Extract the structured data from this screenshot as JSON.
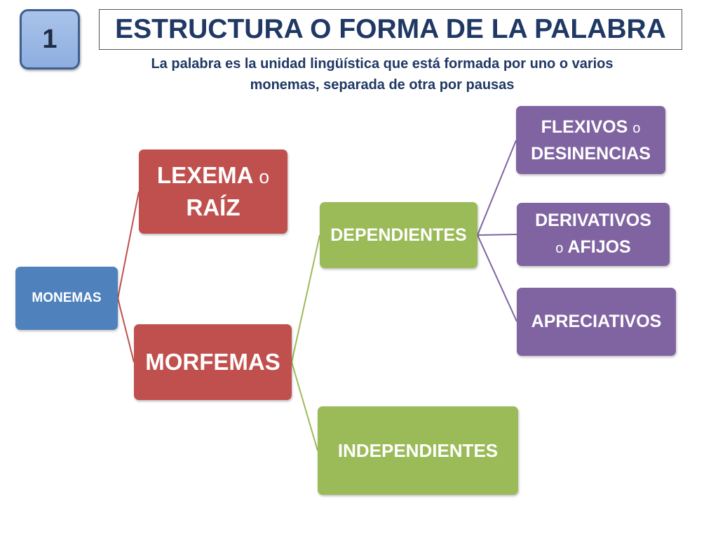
{
  "badge": {
    "number": "1"
  },
  "title": "ESTRUCTURA O FORMA DE LA PALABRA",
  "subtitle": {
    "line1": "La palabra es la unidad lingüística que está formada por uno o varios",
    "line2": "monemas, separada de otra por pausas"
  },
  "nodes": {
    "monemas": "MONEMAS",
    "lexema": {
      "part1": "LEXEMA",
      "connector": "o",
      "part2": "RAÍZ"
    },
    "morfemas": "MORFEMAS",
    "dependientes": "DEPENDIENTES",
    "independientes": "INDEPENDIENTES",
    "flexivos": {
      "part1": "FLEXIVOS",
      "connector": "o",
      "part2": "DESINENCIAS"
    },
    "derivativos": {
      "part1": "DERIVATIVOS",
      "connector": "o",
      "part2": "AFIJOS"
    },
    "apreciativos": "APRECIATIVOS"
  },
  "colors": {
    "blue": "#4f81bd",
    "red": "#c0504d",
    "green": "#9bbb59",
    "purple": "#8064a2"
  }
}
